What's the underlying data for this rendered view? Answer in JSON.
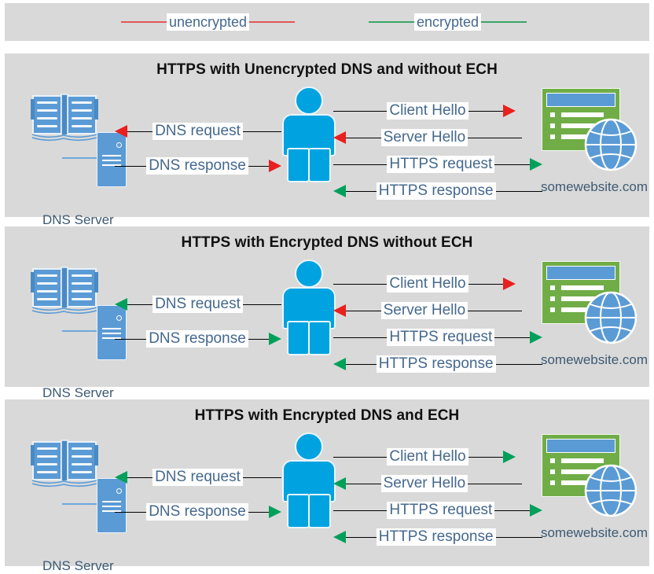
{
  "legend": {
    "items": [
      {
        "label": "unencrypted",
        "color": "#e15759",
        "name": "legend-unencrypted"
      },
      {
        "label": "encrypted",
        "color": "#3aa665",
        "name": "legend-encrypted"
      }
    ]
  },
  "colors": {
    "panel_background": "#d9d9d9",
    "page_background": "#ffffff",
    "unencrypted": "#e15759",
    "unencrypted_arrow": "#e8201e",
    "encrypted": "#3aa665",
    "encrypted_arrow": "#00a05a",
    "label_text": "#45688e",
    "title_text": "#111111",
    "person": "#00a3e0",
    "server_blue": "#5b9bd5",
    "browser_green": "#70ad47"
  },
  "nodes": {
    "dns_server_label": "DNS Server",
    "website_label": "somewebsite.com"
  },
  "panels": [
    {
      "title": "HTTPS with Unencrypted DNS and without ECH",
      "dns_flows": [
        {
          "label": "DNS request",
          "direction": "left",
          "encrypted": false
        },
        {
          "label": "DNS response",
          "direction": "right",
          "encrypted": false
        }
      ],
      "web_flows": [
        {
          "label": "Client Hello",
          "direction": "right",
          "encrypted": false
        },
        {
          "label": "Server Hello",
          "direction": "left",
          "encrypted": false
        },
        {
          "label": "HTTPS request",
          "direction": "right",
          "encrypted": true
        },
        {
          "label": "HTTPS response",
          "direction": "left",
          "encrypted": true
        }
      ]
    },
    {
      "title": "HTTPS with Encrypted DNS without ECH",
      "dns_flows": [
        {
          "label": "DNS request",
          "direction": "left",
          "encrypted": true
        },
        {
          "label": "DNS response",
          "direction": "right",
          "encrypted": true
        }
      ],
      "web_flows": [
        {
          "label": "Client Hello",
          "direction": "right",
          "encrypted": false
        },
        {
          "label": "Server Hello",
          "direction": "left",
          "encrypted": false
        },
        {
          "label": "HTTPS request",
          "direction": "right",
          "encrypted": true
        },
        {
          "label": "HTTPS response",
          "direction": "left",
          "encrypted": true
        }
      ]
    },
    {
      "title": "HTTPS with Encrypted DNS and ECH",
      "dns_flows": [
        {
          "label": "DNS request",
          "direction": "left",
          "encrypted": true
        },
        {
          "label": "DNS response",
          "direction": "right",
          "encrypted": true
        }
      ],
      "web_flows": [
        {
          "label": "Client Hello",
          "direction": "right",
          "encrypted": true
        },
        {
          "label": "Server Hello",
          "direction": "left",
          "encrypted": true
        },
        {
          "label": "HTTPS request",
          "direction": "right",
          "encrypted": true
        },
        {
          "label": "HTTPS response",
          "direction": "left",
          "encrypted": true
        }
      ]
    }
  ],
  "icons": {
    "dns_server": "book-server-icon",
    "client": "person-icon",
    "website": "browser-globe-icon"
  }
}
